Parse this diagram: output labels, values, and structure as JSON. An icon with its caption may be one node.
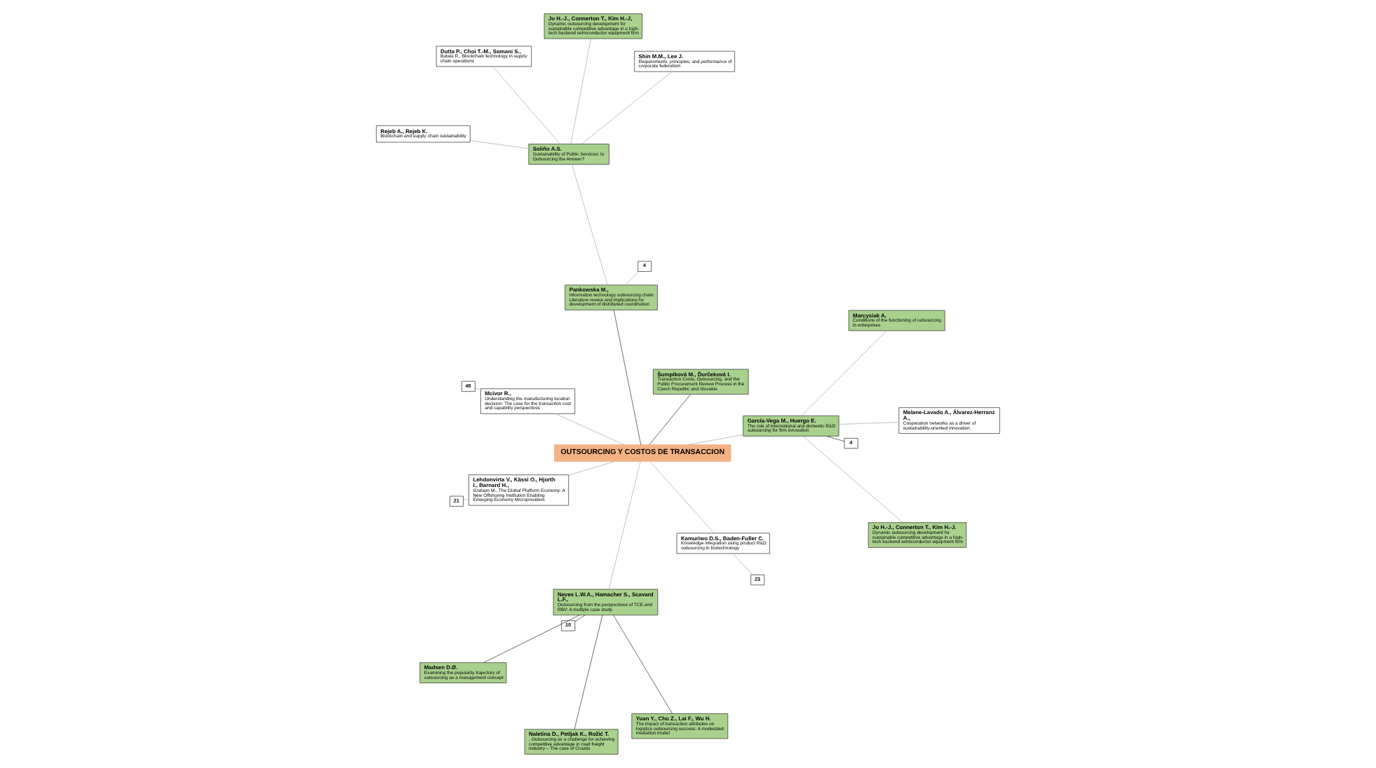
{
  "diagram": {
    "nodes": [
      {
        "text": [
          "OUTSOURCING Y COSTOS DE TRANSACCION"
        ]
      },
      {
        "text": [
          "23"
        ]
      },
      {
        "text": [
          "Kamuriwo D.S., Baden-Fuller C.",
          "Knowledge integration using product R&D outsourcing in biotechnology"
        ]
      },
      {
        "text": [
          "48"
        ]
      },
      {
        "text": [
          "Mcivor R.,",
          "Understanding the manufacturing location decision: The case for the transaction cost and capability perspectives"
        ]
      },
      {
        "text": [
          "21"
        ]
      },
      {
        "text": [
          "Lehdonvirta V., Kässi O., Hjorth I., Barnard H.,",
          "Graham M., The Global Platform Economy: A New Offshoring Institution Enabling Emerging-Economy Microproviders"
        ]
      },
      {
        "text": [
          "Šumpíková M., Ďurčeková I.",
          "Transaction Costs, Outsourcing, and the Public Procurement Review Process in the Czech Republic and Slovakia"
        ]
      },
      {
        "text": [
          "10"
        ]
      },
      {
        "text": [
          "Naletina D., Petljak K., Rožić T.",
          ", Outsourcing as a challenge for achieving competitive advantage in road freight industry – The case of Croatia"
        ]
      },
      {
        "text": [
          "Neves L.W.A., Hamacher S., Scavard L.F.,",
          "Outsourcing from the perspectives of TCE and RBV: A multiple case study"
        ]
      },
      {
        "text": [
          "Madsen D.Ø.",
          "Examining the popularity trajectory of outsourcing as a management concept"
        ]
      },
      {
        "text": [
          "Yuan Y., Chu Z., Lai F., Wu H.",
          "The impact of transaction attributes on logistics outsourcing success: A moderated mediation model"
        ]
      },
      {
        "text": [
          "Pankowska M.,",
          "Information technology outsourcing chain: Literature review and implications for development of distributed coordination"
        ]
      },
      {
        "text": [
          "4"
        ]
      },
      {
        "text": [
          "García-Vega M., Huergo E.",
          "The role of international and domestic R&D outsourcing for firm innovation"
        ]
      },
      {
        "text": [
          "4"
        ]
      },
      {
        "text": [
          "Dutta P., Choi T.-M., Somani S.,",
          "Butala R., Blockchain technology in supply chain operations"
        ]
      },
      {
        "text": [
          "Soliño A.S.",
          "Sustainability of Public Services: Is Outsourcing the Answer?"
        ]
      },
      {
        "text": [
          "Rejeb A., Rejeb K.",
          "Blockchain and supply chain sustainability"
        ]
      },
      {
        "text": [
          "Melane-Lavado A., Álvarez-Herranz A.,",
          "Cooperation networks as a driver of sustainability-oriented innovation"
        ]
      },
      {
        "text": [
          "Jo H.-J., Connerton T., Kim H.-J.",
          "Dynamic outsourcing development for sustainable competitive advantage in a high-tech backend semiconductor equipment firm"
        ]
      },
      {
        "text": [
          "Jo H.-J., Connerton T., Kim H.-J,",
          "Dynamic outsourcing development for sustainable competitive advantage in a high-tech backend semiconductor equipment firm"
        ]
      },
      {
        "text": [
          "Shin M.M., Lee J.",
          "Requirements, principles, and performance of corporate federalism"
        ]
      },
      {
        "text": [
          "Marcysiak A.",
          "Conditions of the functioning of outsourcing in enterprises"
        ]
      }
    ],
    "edges": [
      {
        "from": 1,
        "to": 2,
        "arrow": "none"
      },
      {
        "from": 2,
        "to": 0,
        "arrow": "none"
      },
      {
        "from": 3,
        "to": 4,
        "arrow": "none"
      },
      {
        "from": 4,
        "to": 0,
        "arrow": "none"
      },
      {
        "from": 5,
        "to": 6,
        "arrow": "none"
      },
      {
        "from": 6,
        "to": 0,
        "arrow": "none"
      },
      {
        "from": 7,
        "to": 0,
        "arrow": "none",
        "color": "#404040"
      },
      {
        "from": 8,
        "to": 10,
        "arrow": "none",
        "color": "#404040"
      },
      {
        "from": 9,
        "to": 10,
        "arrow": "none",
        "color": "#404040"
      },
      {
        "from": 10,
        "to": 11,
        "arrow": "none",
        "color": "#404040"
      },
      {
        "from": 10,
        "to": 12,
        "arrow": "none",
        "color": "#404040"
      },
      {
        "from": 10,
        "to": 0,
        "arrow": "none"
      },
      {
        "from": 0,
        "to": 13,
        "arrow": "none",
        "color": "#404040"
      },
      {
        "from": 13,
        "to": 14,
        "arrow": "none"
      },
      {
        "from": 0,
        "to": 15,
        "arrow": "none"
      },
      {
        "from": 15,
        "to": 16,
        "arrow": "none",
        "color": "#404040"
      },
      {
        "from": 13,
        "to": 18,
        "arrow": "none"
      },
      {
        "from": 18,
        "to": 17,
        "arrow": "none"
      },
      {
        "from": 18,
        "to": 19,
        "arrow": "none"
      },
      {
        "from": 15,
        "to": 20,
        "arrow": "none"
      },
      {
        "from": 15,
        "to": 21,
        "arrow": "none"
      },
      {
        "from": 18,
        "to": 22,
        "arrow": "none"
      },
      {
        "from": 18,
        "to": 23,
        "arrow": "none"
      },
      {
        "from": 15,
        "to": 24,
        "arrow": "none"
      }
    ]
  }
}
